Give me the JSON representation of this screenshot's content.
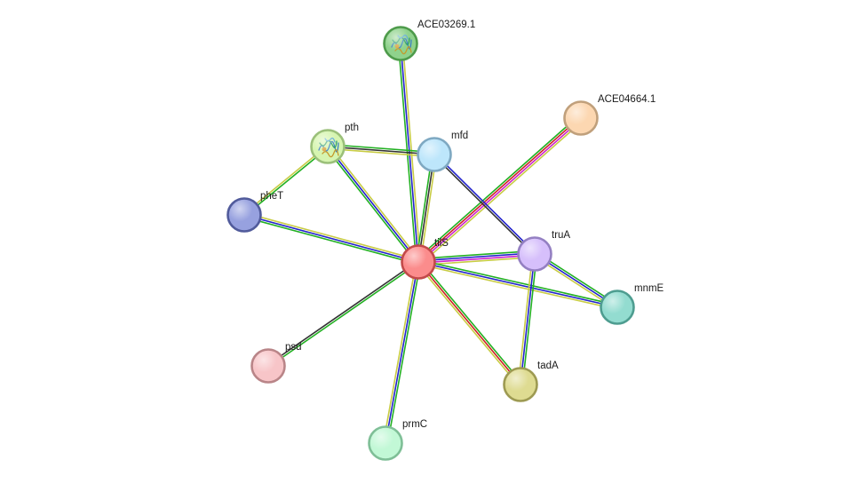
{
  "network": {
    "nodes": [
      {
        "id": "ACE03269.1",
        "label": "ACE03269.1",
        "fill": "#8fd28c",
        "stroke": "#4e9b4b",
        "structure": true
      },
      {
        "id": "ACE04664.1",
        "label": "ACE04664.1",
        "fill": "#fcd7b1",
        "stroke": "#c0a07c",
        "structure": false
      },
      {
        "id": "pth",
        "label": "pth",
        "fill": "#d6f5b0",
        "stroke": "#9bc07a",
        "structure": true
      },
      {
        "id": "mfd",
        "label": "mfd",
        "fill": "#bde6fb",
        "stroke": "#7fa9c2",
        "structure": false
      },
      {
        "id": "pheT",
        "label": "pheT",
        "fill": "#97a1df",
        "stroke": "#515b9b",
        "structure": false
      },
      {
        "id": "tilS",
        "label": "tilS",
        "fill": "#fb8c8c",
        "stroke": "#c24a4a",
        "structure": false
      },
      {
        "id": "truA",
        "label": "truA",
        "fill": "#d6bffb",
        "stroke": "#9480c2",
        "structure": false
      },
      {
        "id": "mnmE",
        "label": "mnmE",
        "fill": "#93dcd0",
        "stroke": "#4e9d90",
        "structure": false
      },
      {
        "id": "psd",
        "label": "psd",
        "fill": "#f7c5c8",
        "stroke": "#b98588",
        "structure": false
      },
      {
        "id": "tadA",
        "label": "tadA",
        "fill": "#dedb91",
        "stroke": "#9d9a52",
        "structure": false
      },
      {
        "id": "prmC",
        "label": "prmC",
        "fill": "#c2f8d6",
        "stroke": "#7fbf97",
        "structure": false
      }
    ],
    "edges": [
      {
        "source": "tilS",
        "target": "ACE03269.1",
        "colors": [
          "#22b022",
          "#2222cc",
          "#c8cc44"
        ]
      },
      {
        "source": "tilS",
        "target": "ACE04664.1",
        "colors": [
          "#22b022",
          "#cc2222",
          "#cc22cc",
          "#c8cc44"
        ]
      },
      {
        "source": "tilS",
        "target": "pth",
        "colors": [
          "#22b022",
          "#2222cc",
          "#c8cc44"
        ]
      },
      {
        "source": "tilS",
        "target": "mfd",
        "colors": [
          "#22b022",
          "#333333",
          "#c8cc44"
        ]
      },
      {
        "source": "tilS",
        "target": "pheT",
        "colors": [
          "#22b022",
          "#2222cc",
          "#c8cc44"
        ]
      },
      {
        "source": "tilS",
        "target": "truA",
        "colors": [
          "#22b022",
          "#2222cc",
          "#cc22cc",
          "#c8cc44"
        ]
      },
      {
        "source": "tilS",
        "target": "mnmE",
        "colors": [
          "#22b022",
          "#2222cc",
          "#c8cc44"
        ]
      },
      {
        "source": "tilS",
        "target": "psd",
        "colors": [
          "#22b022",
          "#333333"
        ]
      },
      {
        "source": "tilS",
        "target": "tadA",
        "colors": [
          "#22b022",
          "#cc2222",
          "#c8cc44"
        ]
      },
      {
        "source": "tilS",
        "target": "prmC",
        "colors": [
          "#22b022",
          "#2222cc",
          "#c8cc44"
        ]
      },
      {
        "source": "pth",
        "target": "pheT",
        "colors": [
          "#22b022",
          "#c8cc44"
        ]
      },
      {
        "source": "pth",
        "target": "mfd",
        "colors": [
          "#22b022",
          "#333333",
          "#c8cc44"
        ]
      },
      {
        "source": "mfd",
        "target": "truA",
        "colors": [
          "#2222cc",
          "#333333"
        ]
      },
      {
        "source": "truA",
        "target": "mnmE",
        "colors": [
          "#22b022",
          "#2222cc",
          "#c8cc44"
        ]
      },
      {
        "source": "truA",
        "target": "tadA",
        "colors": [
          "#22b022",
          "#2222cc",
          "#c8cc44"
        ]
      }
    ]
  }
}
